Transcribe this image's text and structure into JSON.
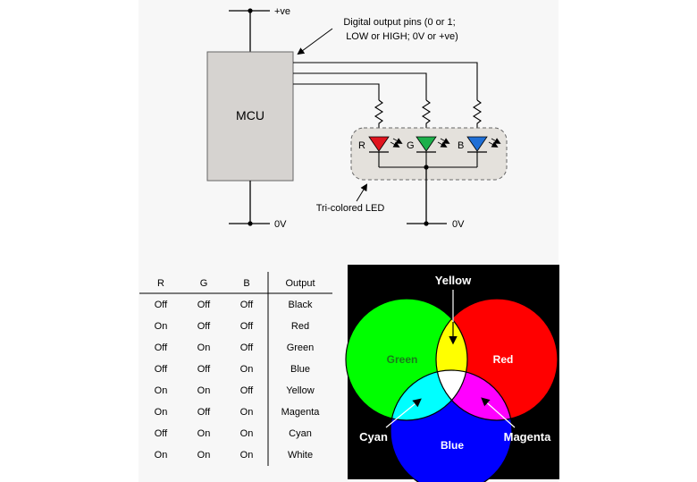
{
  "circuit": {
    "supply_label": "+ve",
    "ground_label_left": "0V",
    "ground_label_right": "0V",
    "mcu_label": "MCU",
    "pins_annotation_line1": "Digital output pins (0 or 1;",
    "pins_annotation_line2": "LOW or HIGH; 0V or +ve)",
    "led_r_label": "R",
    "led_g_label": "G",
    "led_b_label": "B",
    "led_colors": {
      "r": "#e0141e",
      "g": "#1db04b",
      "b": "#1f6fd6"
    },
    "tri_led_label": "Tri-colored LED"
  },
  "truth_table": {
    "headers": [
      "R",
      "G",
      "B",
      "Output"
    ],
    "rows": [
      [
        "Off",
        "Off",
        "Off",
        "Black"
      ],
      [
        "On",
        "Off",
        "Off",
        "Red"
      ],
      [
        "Off",
        "On",
        "Off",
        "Green"
      ],
      [
        "Off",
        "Off",
        "On",
        "Blue"
      ],
      [
        "On",
        "On",
        "Off",
        "Yellow"
      ],
      [
        "On",
        "Off",
        "On",
        "Magenta"
      ],
      [
        "Off",
        "On",
        "On",
        "Cyan"
      ],
      [
        "On",
        "On",
        "On",
        "White"
      ]
    ]
  },
  "venn": {
    "background": "#000000",
    "labels": {
      "yellow": "Yellow",
      "green": "Green",
      "red": "Red",
      "cyan": "Cyan",
      "blue": "Blue",
      "magenta": "Magenta"
    },
    "colors": {
      "red": "#ff0000",
      "green": "#00ff00",
      "blue": "#0000ff",
      "yellow": "#ffff00",
      "cyan": "#00ffff",
      "magenta": "#ff00ff",
      "white": "#ffffff"
    }
  }
}
